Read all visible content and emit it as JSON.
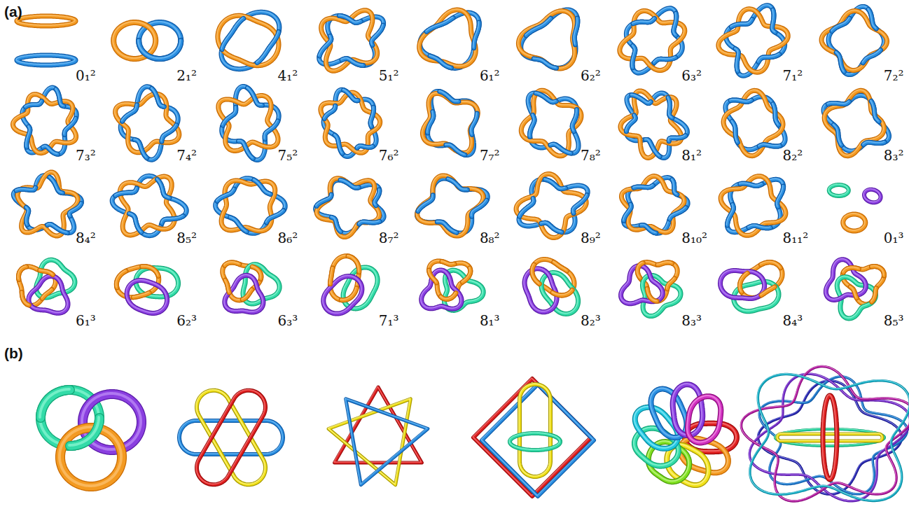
{
  "diagram": {
    "labels": [
      "(a)",
      "0₁²",
      "2₁²",
      "4₁²",
      "5₁²",
      "6₁²",
      "6₂²",
      "6₃²",
      "7₁²",
      "7₂²",
      "7₃²",
      "7₄²",
      "7₅²",
      "7₆²",
      "7₇²",
      "7₈²",
      "8₁²",
      "8₂²",
      "8₃²",
      "8₄²",
      "8₅²",
      "8₆²",
      "8₇²",
      "8₈²",
      "8₉²",
      "8₁₀²",
      "8₁₁²",
      "0₁³",
      "6₁³",
      "6₂³",
      "6₃³",
      "7₁³",
      "8₁³",
      "8₂³",
      "8₃³",
      "8₄³",
      "8₅³",
      "(b)"
    ]
  }
}
